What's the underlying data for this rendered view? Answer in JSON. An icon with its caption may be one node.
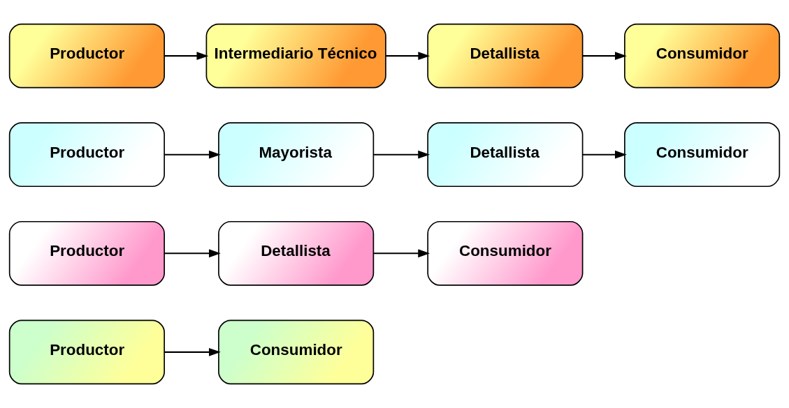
{
  "diagram": {
    "nodes": [
      {
        "text": [
          "Productor"
        ]
      },
      {
        "text": [
          "Consumidor"
        ]
      },
      {
        "text": [
          "Productor"
        ]
      },
      {
        "text": [
          "Detallista"
        ]
      },
      {
        "text": [
          "Consumidor"
        ]
      },
      {
        "text": [
          "Productor"
        ]
      },
      {
        "text": [
          "Mayorista"
        ]
      },
      {
        "text": [
          "Detallista"
        ]
      },
      {
        "text": [
          "Consumidor"
        ]
      },
      {
        "text": [
          "Productor"
        ]
      },
      {
        "text": [
          "Intermediario Técnico"
        ]
      },
      {
        "text": [
          "Detallista"
        ]
      },
      {
        "text": [
          "Consumidor"
        ]
      }
    ],
    "edges": [
      {
        "from": 0,
        "to": 1,
        "arrow": "to"
      },
      {
        "from": 2,
        "to": 3,
        "arrow": "to"
      },
      {
        "from": 3,
        "to": 4,
        "arrow": "to"
      },
      {
        "from": 5,
        "to": 6,
        "arrow": "to"
      },
      {
        "from": 6,
        "to": 7,
        "arrow": "to"
      },
      {
        "from": 7,
        "to": 8,
        "arrow": "to"
      },
      {
        "from": 9,
        "to": 10,
        "arrow": "to"
      },
      {
        "from": 10,
        "to": 11,
        "arrow": "to"
      },
      {
        "from": 11,
        "to": 12,
        "arrow": "to"
      }
    ]
  }
}
